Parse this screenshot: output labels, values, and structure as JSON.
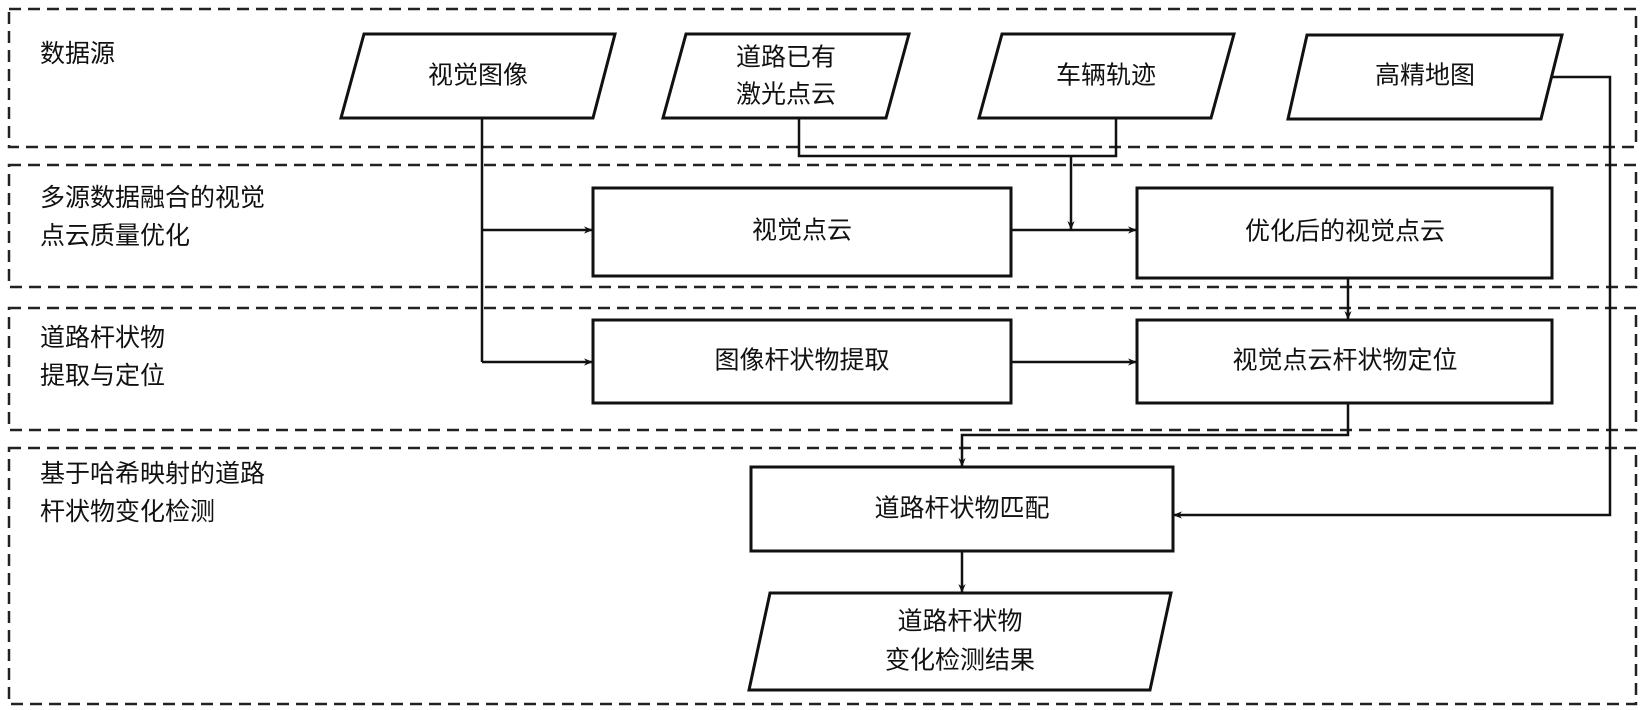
{
  "sections": [
    {
      "lines": [
        "数据源"
      ]
    },
    {
      "lines": [
        "多源数据融合的视觉",
        "点云质量优化"
      ]
    },
    {
      "lines": [
        "道路杆状物",
        "提取与定位"
      ]
    },
    {
      "lines": [
        "基于哈希映射的道路",
        "杆状物变化检测"
      ]
    }
  ],
  "inputs": {
    "visual_image": [
      "视觉图像"
    ],
    "laser_cloud": [
      "道路已有",
      "激光点云"
    ],
    "vehicle_track": [
      "车辆轨迹"
    ],
    "hd_map": [
      "高精地图"
    ]
  },
  "processes": {
    "visual_cloud": "视觉点云",
    "optimized_cloud": "优化后的视觉点云",
    "image_pole_extraction": "图像杆状物提取",
    "cloud_pole_localization": "视觉点云杆状物定位",
    "pole_matching": "道路杆状物匹配"
  },
  "output": {
    "lines": [
      "道路杆状物",
      "变化检测结果"
    ]
  }
}
